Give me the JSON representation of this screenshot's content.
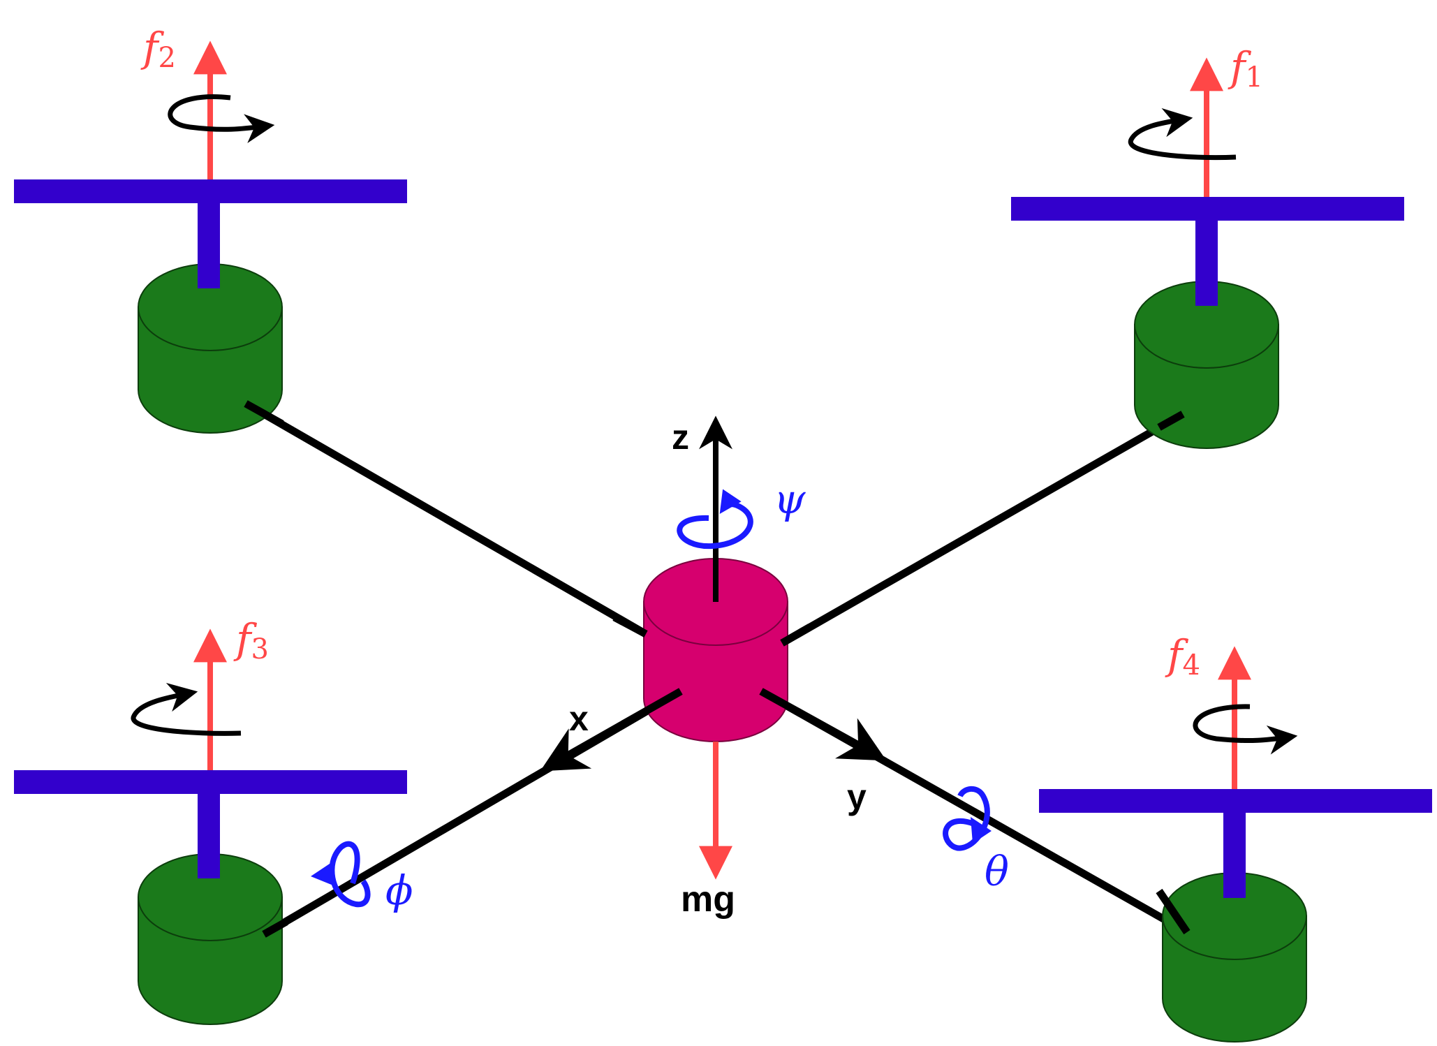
{
  "colors": {
    "force": "#ff4747",
    "propeller": "#3300cc",
    "motor": "#1b7a1b",
    "motor_edge": "#0c3d0c",
    "hub": "#d6006e",
    "hub_edge": "#7a003e",
    "arm": "#000000",
    "angle": "#1a1aff"
  },
  "rotors": [
    {
      "id": "f1",
      "force_symbol": "f",
      "force_index": "1",
      "spin": "ccw"
    },
    {
      "id": "f2",
      "force_symbol": "f",
      "force_index": "2",
      "spin": "cw"
    },
    {
      "id": "f3",
      "force_symbol": "f",
      "force_index": "3",
      "spin": "ccw"
    },
    {
      "id": "f4",
      "force_symbol": "f",
      "force_index": "4",
      "spin": "cw"
    }
  ],
  "axes": {
    "z": "z",
    "x": "x",
    "y": "y"
  },
  "angles": {
    "psi": "ψ",
    "phi": "ϕ",
    "theta": "θ"
  },
  "weight_label": "mg"
}
